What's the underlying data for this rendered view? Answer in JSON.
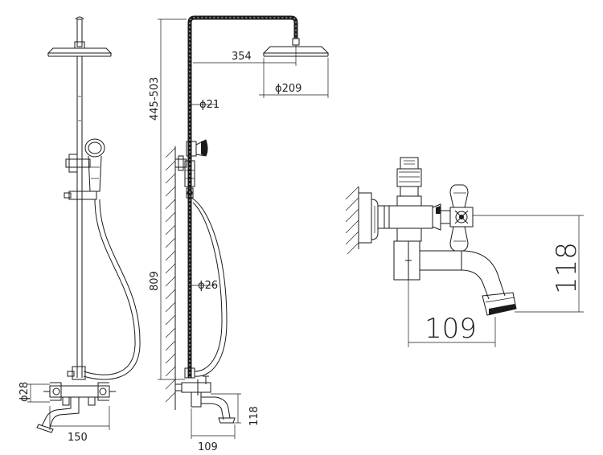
{
  "dimensions": {
    "head_extension": "354",
    "head_diameter": "ϕ209",
    "head_height": "445-503",
    "upper_pipe_diameter": "ϕ21",
    "lower_pipe_diameter": "ϕ26",
    "total_height": "809",
    "inlet_diameter": "ϕ28",
    "mixer_width": "150",
    "spout_height": "118",
    "spout_reach": "109",
    "detail_height": "118",
    "detail_reach": "109"
  }
}
